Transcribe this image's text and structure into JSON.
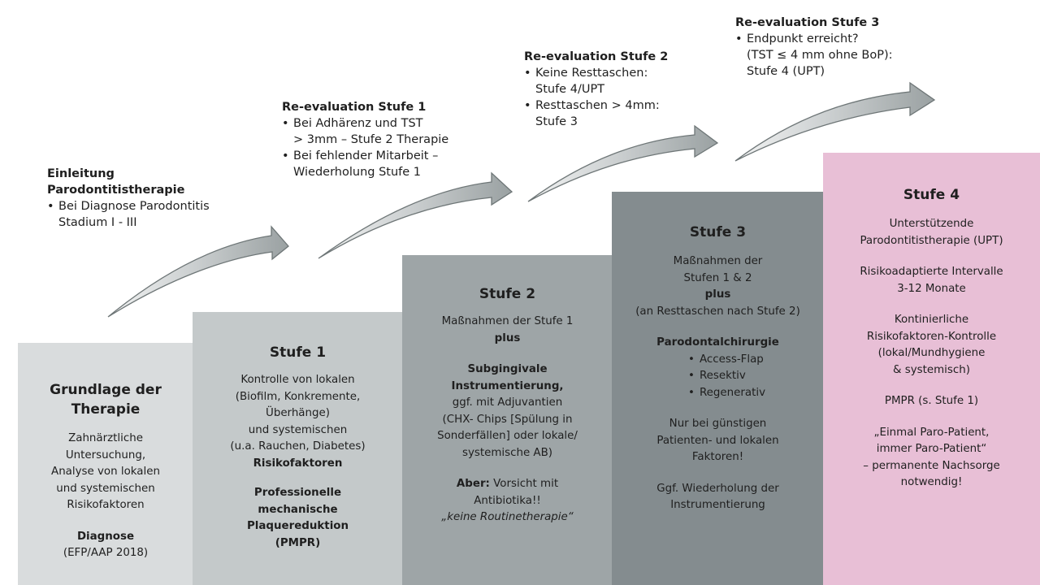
{
  "annotations": [
    {
      "head": "Einleitung\nParodontitistherapie",
      "bullets": [
        "Bei Diagnose Parodontitis\nStadium I - III"
      ]
    },
    {
      "head": "Re-evaluation Stufe 1",
      "bullets": [
        "Bei Adhärenz und TST\n> 3mm – Stufe 2 Therapie",
        "Bei fehlender Mitarbeit –\nWiederholung Stufe 1"
      ]
    },
    {
      "head": "Re-evaluation Stufe 2",
      "bullets": [
        "Keine Resttaschen:\nStufe 4/UPT",
        "Resttaschen > 4mm:\nStufe 3"
      ]
    },
    {
      "head": "Re-evaluation Stufe 3",
      "bullets": [
        "Endpunkt erreicht?\n(TST ≤ 4 mm ohne BoP):\nStufe 4 (UPT)"
      ]
    }
  ],
  "steps": {
    "s0": {
      "title": "Grundlage der\nTherapie",
      "text": "Zahnärztliche\nUntersuchung,\nAnalyse von lokalen\nund systemischen\nRisikofaktoren",
      "diag_title": "Diagnose",
      "diag_sub": "(EFP/AAP 2018)"
    },
    "s1": {
      "title": "Stufe 1",
      "text": "Kontrolle von lokalen\n(Biofilm, Konkremente,\nÜberhänge)\nund systemischen\n(u.a. Rauchen, Diabetes)",
      "risk": "Risikofaktoren",
      "pmpr": "Professionelle\nmechanische\nPlaquereduktion\n(PMPR)"
    },
    "s2": {
      "title": "Stufe 2",
      "text": "Maßnahmen der Stufe 1",
      "plus": "plus",
      "subg": "Subgingivale\nInstrumentierung,",
      "adj": "ggf. mit Adjuvantien\n(CHX- Chips [Spülung in\nSonderfällen] oder lokale/\nsystemische AB)",
      "aber": "Aber:",
      "vorsicht": " Vorsicht mit\nAntibiotika!!",
      "keine": "„keine Routinetherapie“"
    },
    "s3": {
      "title": "Stufe 3",
      "text": "Maßnahmen der\nStufen 1 & 2",
      "plus": "plus",
      "rest": "(an Resttaschen nach Stufe 2)",
      "chir": "Parodontalchirurgie",
      "items": [
        "Access-Flap",
        "Resektiv",
        "Regenerativ"
      ],
      "nur": "Nur bei günstigen\nPatienten- und lokalen\nFaktoren!",
      "ggf": "Ggf. Wiederholung der\nInstrumentierung"
    },
    "s4": {
      "title": "Stufe 4",
      "p1": "Unterstützende\nParodontitistherapie (UPT)",
      "p2": "Risikoadaptierte Intervalle\n3-12 Monate",
      "p3": "Kontinierliche\nRisikofaktoren-Kontrolle\n(lokal/Mundhygiene\n& systemisch)",
      "p4": "PMPR (s. Stufe 1)",
      "p5": "„Einmal Paro-Patient,\nimmer Paro-Patient“\n– permanente Nachsorge\nnotwendig!"
    }
  },
  "colors": {
    "s0": "#d9dcdd",
    "s1": "#c4c9ca",
    "s2": "#9ea5a7",
    "s3": "#848c8f",
    "s4": "#e8bfd6",
    "arrow": "#8e9596"
  }
}
